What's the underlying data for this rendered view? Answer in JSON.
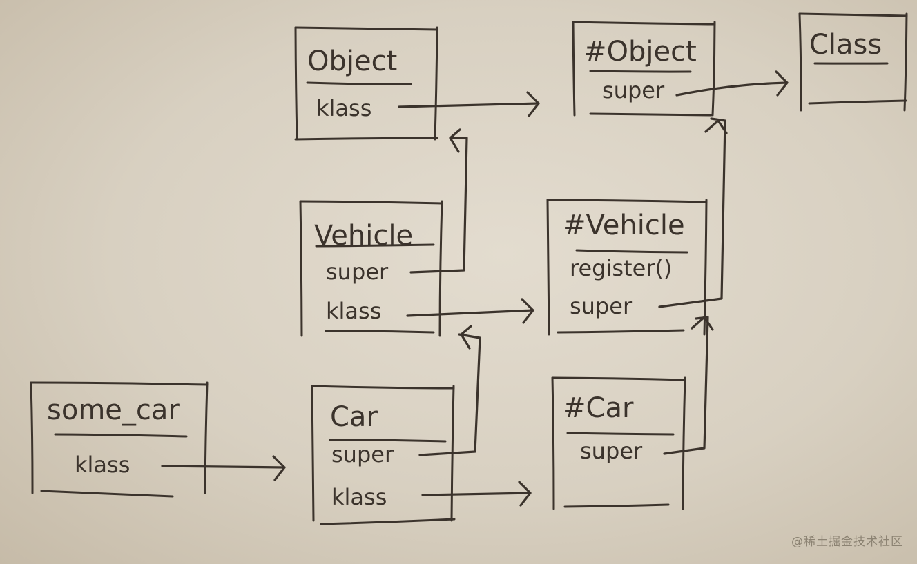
{
  "diagram": {
    "type": "class-object-model",
    "nodes": [
      {
        "id": "object",
        "title": "Object",
        "fields": [
          "klass"
        ]
      },
      {
        "id": "meta_object",
        "title": "#Object",
        "fields": [
          "super"
        ]
      },
      {
        "id": "class",
        "title": "Class",
        "fields": []
      },
      {
        "id": "vehicle",
        "title": "Vehicle",
        "fields": [
          "super",
          "klass"
        ]
      },
      {
        "id": "meta_vehicle",
        "title": "#Vehicle",
        "fields": [
          "register()",
          "super"
        ]
      },
      {
        "id": "some_car",
        "title": "some_car",
        "fields": [
          "klass"
        ]
      },
      {
        "id": "car",
        "title": "Car",
        "fields": [
          "super",
          "klass"
        ]
      },
      {
        "id": "meta_car",
        "title": "#Car",
        "fields": [
          "super"
        ]
      }
    ],
    "edges": [
      {
        "from": "object",
        "field": "klass",
        "to": "meta_object"
      },
      {
        "from": "meta_object",
        "field": "super",
        "to": "class"
      },
      {
        "from": "vehicle",
        "field": "super",
        "to": "object"
      },
      {
        "from": "vehicle",
        "field": "klass",
        "to": "meta_vehicle"
      },
      {
        "from": "meta_vehicle",
        "field": "super",
        "to": "meta_object"
      },
      {
        "from": "some_car",
        "field": "klass",
        "to": "car"
      },
      {
        "from": "car",
        "field": "super",
        "to": "vehicle"
      },
      {
        "from": "car",
        "field": "klass",
        "to": "meta_car"
      },
      {
        "from": "meta_car",
        "field": "super",
        "to": "meta_vehicle"
      }
    ]
  },
  "watermark": "@稀土掘金技术社区"
}
